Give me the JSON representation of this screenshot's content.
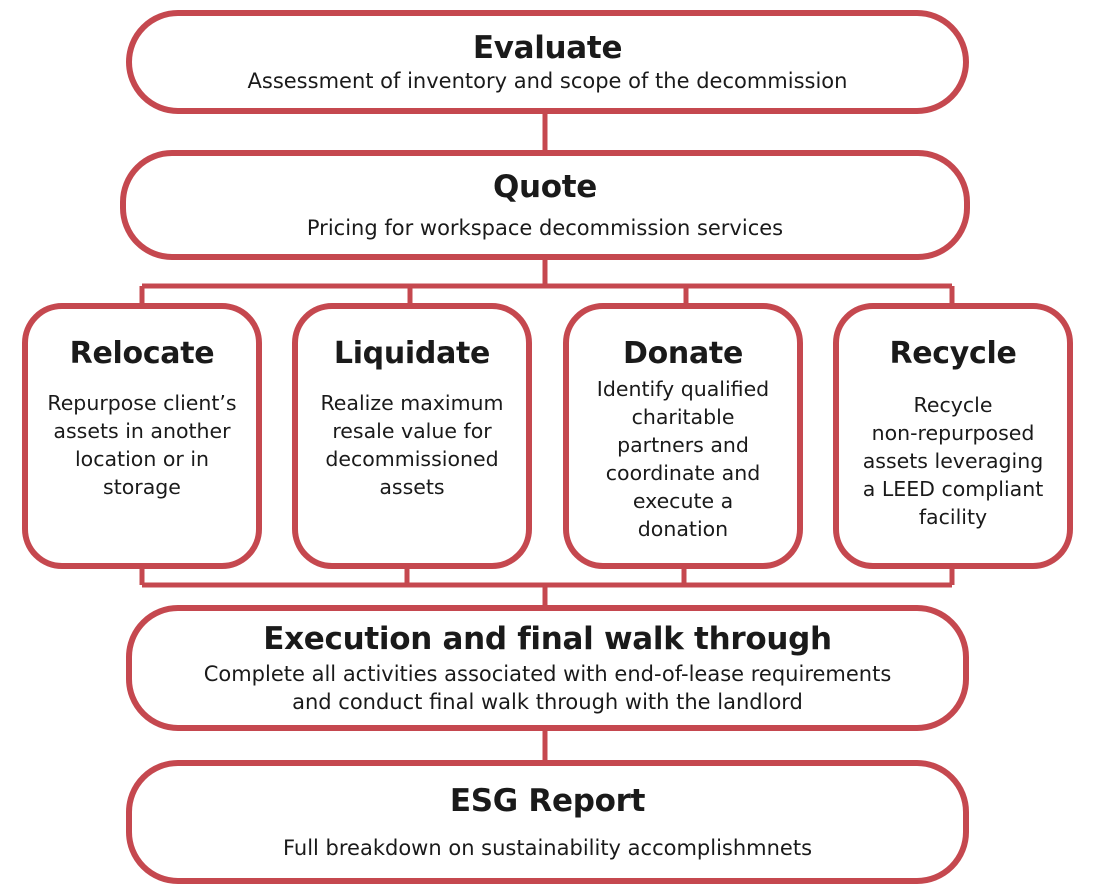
{
  "colors": {
    "accent": "#c5484f",
    "text": "#1a1a1a",
    "background": "#ffffff"
  },
  "steps": {
    "evaluate": {
      "title": "Evaluate",
      "description": "Assessment of inventory and scope of the decommission"
    },
    "quote": {
      "title": "Quote",
      "description": "Pricing for workspace decommission services"
    },
    "options": [
      {
        "title": "Relocate",
        "lines": [
          "Repurpose client’s",
          "assets in another",
          "location or in",
          "storage"
        ]
      },
      {
        "title": "Liquidate",
        "lines": [
          "Realize maximum",
          "resale value for",
          "decommissioned",
          "assets"
        ]
      },
      {
        "title": "Donate",
        "lines": [
          "Identify qualified",
          "charitable",
          "partners and",
          "coordinate and",
          "execute a",
          "donation"
        ]
      },
      {
        "title": "Recycle",
        "lines": [
          "Recycle",
          "non-repurposed",
          "assets leveraging",
          "a LEED compliant",
          "facility"
        ]
      }
    ],
    "execution": {
      "title": "Execution and final walk through",
      "lines": [
        "Complete all activities associated with end-of-lease requirements",
        "and conduct final walk through with the landlord"
      ]
    },
    "esg": {
      "title": "ESG Report",
      "description": "Full breakdown on sustainability accomplishmnets"
    }
  }
}
